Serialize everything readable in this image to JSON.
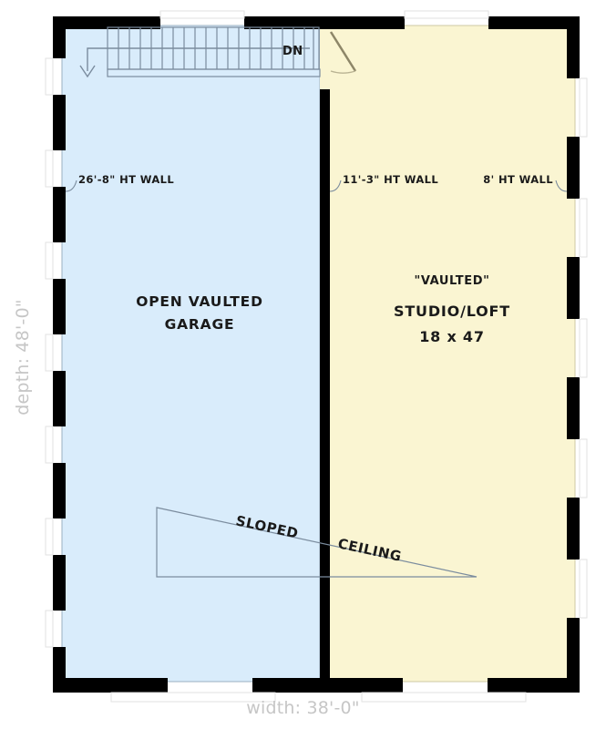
{
  "plan": {
    "title": "garage-with-studio-loft-floor-plan",
    "colors": {
      "garage_fill": "#d9ecfb",
      "loft_fill": "#faf5d2",
      "wall": "#000000",
      "window": "#ffffff",
      "line": "#7b8c9e",
      "dim_text": "#c6c6c6",
      "label_text": "#1a1a1a"
    },
    "dimensions": {
      "width_label": "width: 38'-0\"",
      "depth_label": "depth: 48'-0\""
    },
    "rooms": [
      {
        "name": "garage",
        "label_lines": [
          "OPEN VAULTED",
          "GARAGE"
        ],
        "fill": "#d9ecfb"
      },
      {
        "name": "studio-loft",
        "label_lines": [
          "\"VAULTED\"",
          "STUDIO/LOFT",
          "18 x 47"
        ],
        "fill": "#faf5d2"
      }
    ],
    "annotations": {
      "wall_height_left": "26'-8\" HT WALL",
      "wall_height_center": "11'-3\" HT WALL",
      "wall_height_right": "8' HT WALL",
      "stair_direction": "DN",
      "ceiling_left": "SLOPED",
      "ceiling_right": "CEILING"
    },
    "features": {
      "staircase": "stair-run-with-down-arrow",
      "door": "swing-door",
      "sloped_ceiling": "sloped-ceiling-wedge"
    }
  }
}
